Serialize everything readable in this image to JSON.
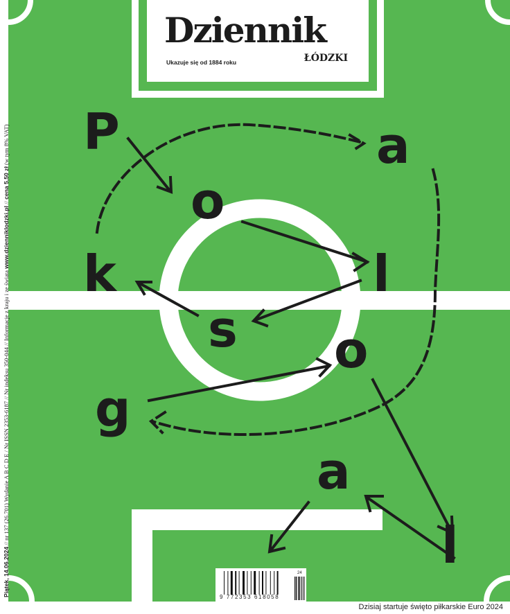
{
  "masthead": {
    "title": "Dziennik",
    "subtitle": "ŁÓDZKI",
    "since": "Ukazuje się od 1884 roku"
  },
  "spine": {
    "date": "Piątek, 14.06.2024",
    "issue": " // nr 137 (26.701)  Wydanie A B C D E / Nr ISSN 2353-6187 // Nr indeksu 350-044 // Informacje z kraju i ze świata ",
    "website": "www.dzienniklodzki.pl",
    "price_sep": " // ",
    "price": "cena 5,50 zł",
    "vat": " (w tym 8% VAT)"
  },
  "headline_letters": [
    "P",
    "o",
    "l",
    "s",
    "k",
    "a",
    "g",
    "o",
    "l",
    "a"
  ],
  "barcode": {
    "number": "9 772353 618058",
    "addon": "24"
  },
  "tagline": "Dzisiaj startuje święto piłkarskie Euro 2024",
  "colors": {
    "pitch": "#56b751",
    "lines": "#ffffff",
    "ink": "#1c1c1c"
  }
}
